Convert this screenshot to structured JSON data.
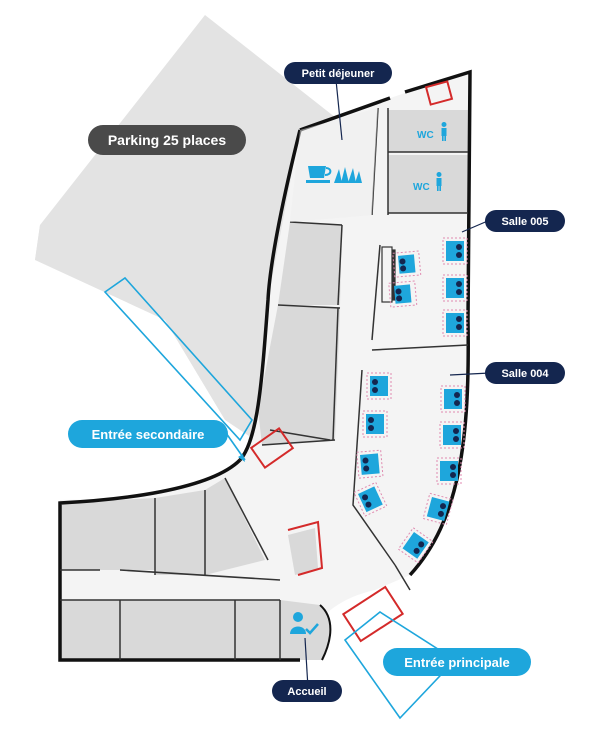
{
  "labels": {
    "parking": "Parking 25 places",
    "breakfast": "Petit déjeuner",
    "room_005": "Salle 005",
    "room_004": "Salle 004",
    "secondary_entrance": "Entrée secondaire",
    "main_entrance": "Entrée principale",
    "reception": "Accueil",
    "wc_1": "WC",
    "wc_2": "WC"
  },
  "icons": {
    "breakfast": [
      "coffee-cup-icon",
      "croissant-icon"
    ],
    "wc": "person-icon",
    "reception": "receptionist-check-icon"
  },
  "colors": {
    "navy": "#14264f",
    "cyan": "#1ea6dc",
    "wall": "#111111",
    "red": "#d42a2a",
    "parking_area": "#e3e3e3",
    "grey_room": "#d9d9d9",
    "light_room": "#f4f4f4",
    "desk_border": "#e08ab0"
  }
}
